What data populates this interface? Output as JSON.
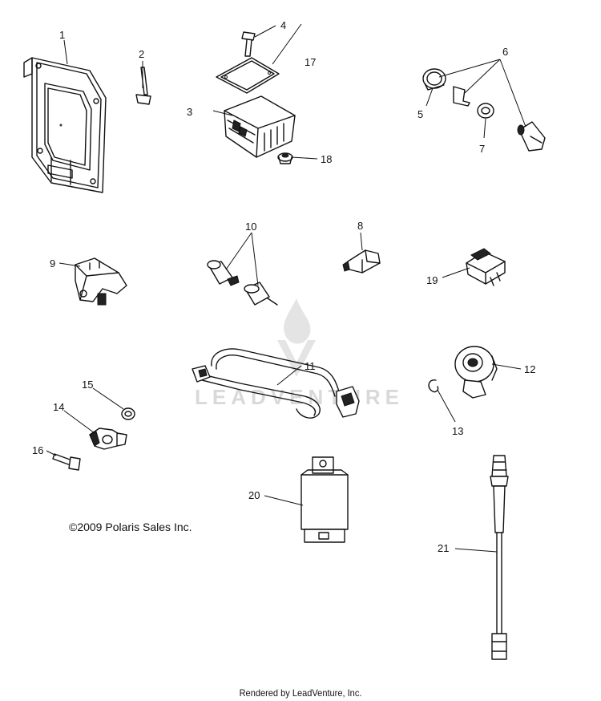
{
  "callouts": {
    "c1": "1",
    "c2": "2",
    "c3": "3",
    "c4": "4",
    "c5": "5",
    "c6": "6",
    "c7": "7",
    "c8": "8",
    "c9": "9",
    "c10": "10",
    "c11": "11",
    "c12": "12",
    "c13": "13",
    "c14": "14",
    "c15": "15",
    "c16": "16",
    "c17": "17",
    "c18": "18",
    "c19": "19",
    "c20": "20",
    "c21": "21"
  },
  "watermark": "LEADVENTURE",
  "copyright": "©2009 Polaris Sales Inc.",
  "footer": "Rendered by LeadVenture, Inc."
}
